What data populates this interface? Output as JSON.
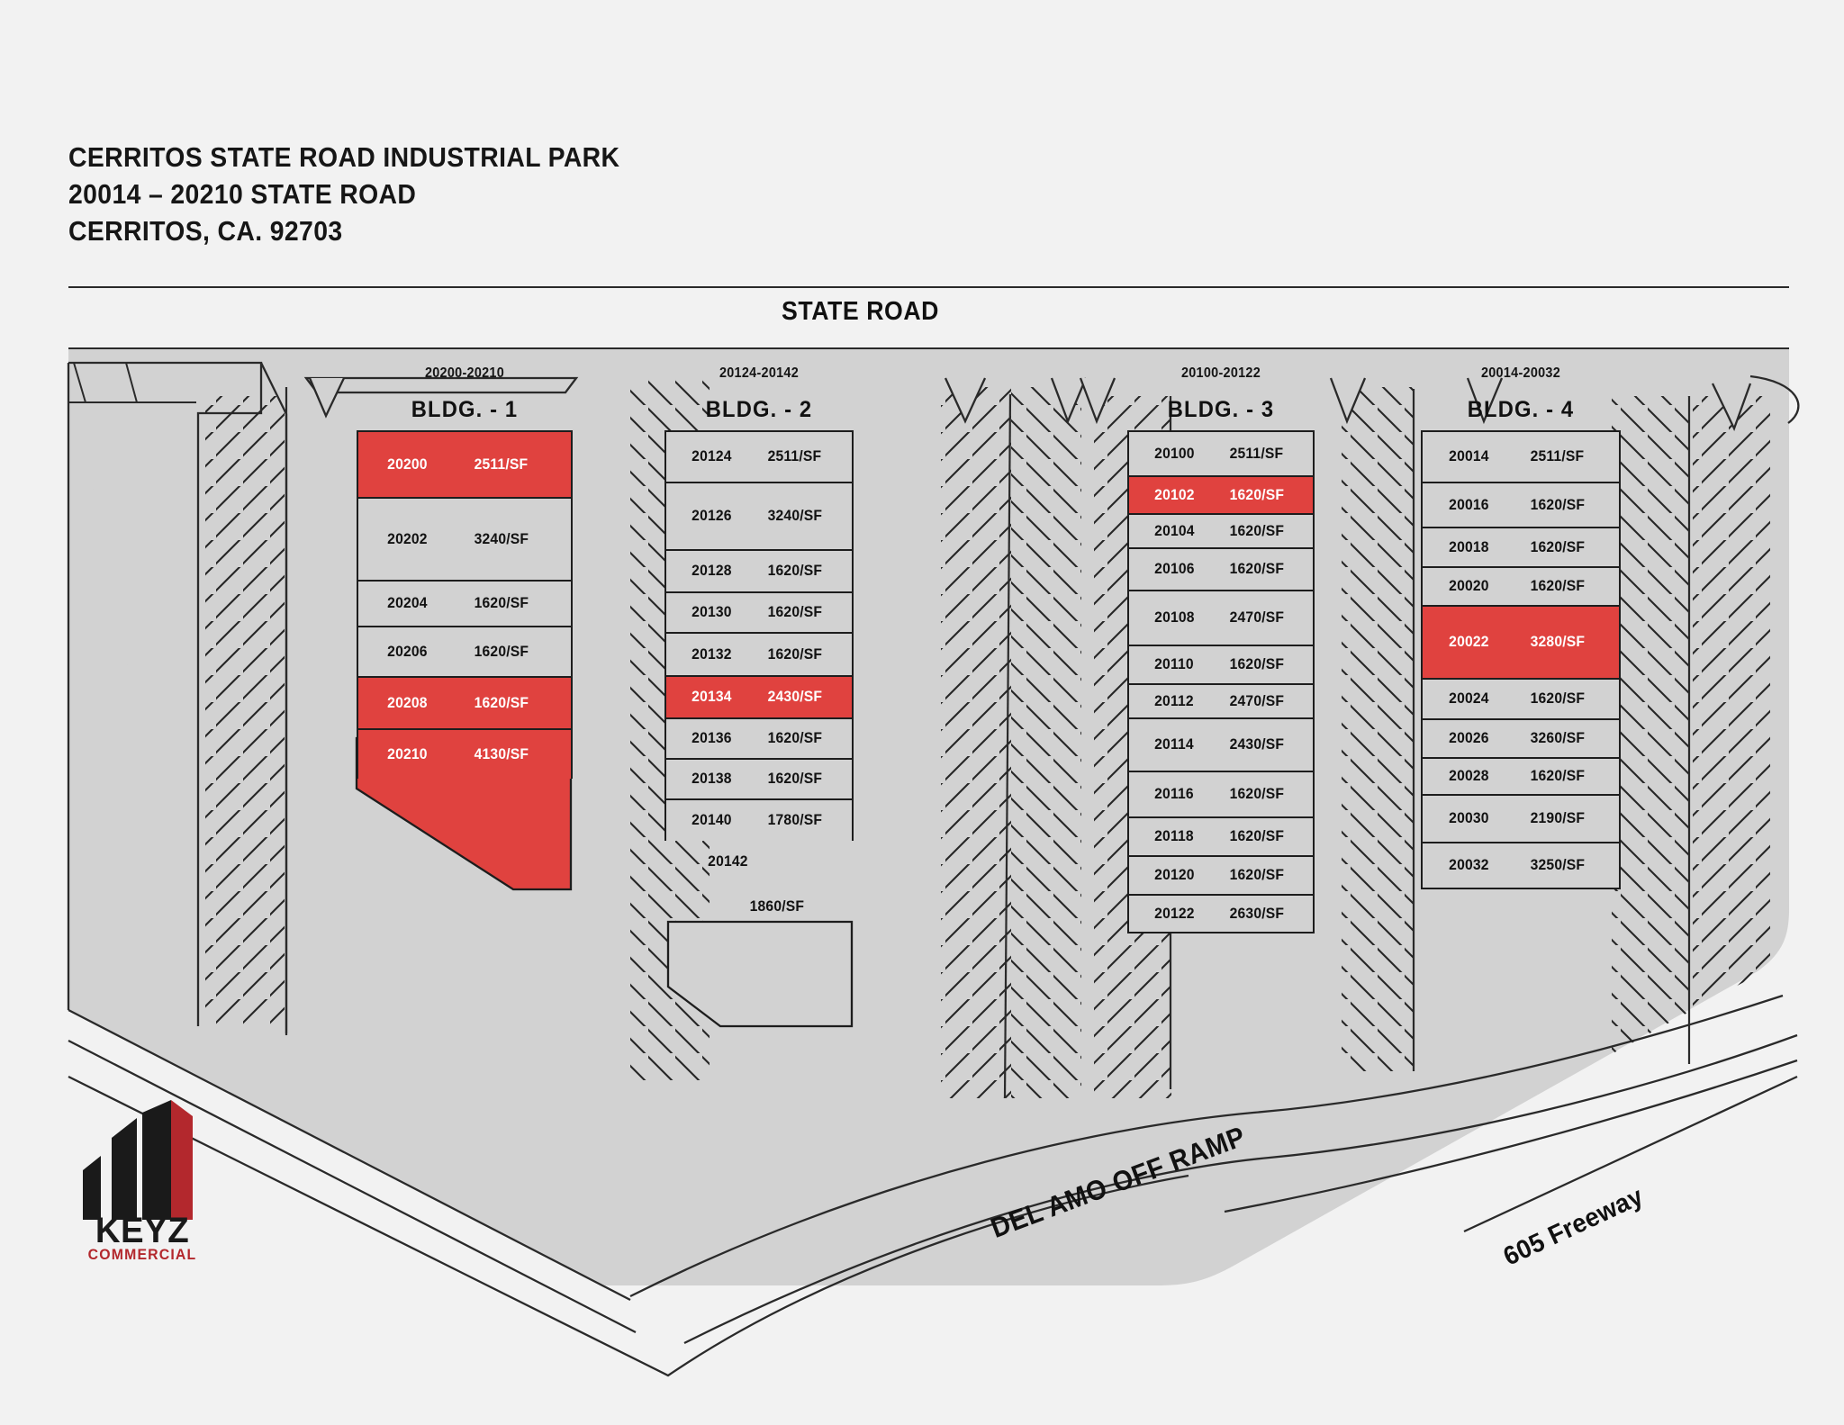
{
  "header": {
    "line1": "CERRITOS STATE ROAD INDUSTRIAL PARK",
    "line2": "20014 – 20210 STATE ROAD",
    "line3": "CERRITOS, CA. 92703"
  },
  "streets": {
    "top": "STATE ROAD",
    "offramp": "DEL AMO OFF RAMP",
    "freeway": "605 Freeway"
  },
  "logo": {
    "word": "KEYZ",
    "sub": "COMMERCIAL",
    "dark_color": "#1a1a1a",
    "red_color": "#b3282d"
  },
  "colors": {
    "page_background": "#f2f2f2",
    "parcel_gray": "#d2d2d2",
    "unit_gray": "#d2d2d2",
    "available_red": "#e0423f",
    "line_black": "#1d1d1d"
  },
  "buildings": [
    {
      "id": "bldg-1",
      "name": "BLDG. - 1",
      "address_range": "20200-20210",
      "units": [
        {
          "number": "20200",
          "sf": "2511/SF",
          "available": true,
          "height": 74
        },
        {
          "number": "20202",
          "sf": "3240/SF",
          "available": false,
          "height": 92
        },
        {
          "number": "20204",
          "sf": "1620/SF",
          "available": false,
          "height": 51
        },
        {
          "number": "20206",
          "sf": "1620/SF",
          "available": false,
          "height": 56
        },
        {
          "number": "20208",
          "sf": "1620/SF",
          "available": true,
          "height": 58
        },
        {
          "number": "20210",
          "sf": "4130/SF",
          "available": true,
          "height": 56
        }
      ]
    },
    {
      "id": "bldg-2",
      "name": "BLDG. - 2",
      "address_range": "20124-20142",
      "units": [
        {
          "number": "20124",
          "sf": "2511/SF",
          "available": false,
          "height": 57
        },
        {
          "number": "20126",
          "sf": "3240/SF",
          "available": false,
          "height": 75
        },
        {
          "number": "20128",
          "sf": "1620/SF",
          "available": false,
          "height": 47
        },
        {
          "number": "20130",
          "sf": "1620/SF",
          "available": false,
          "height": 45
        },
        {
          "number": "20132",
          "sf": "1620/SF",
          "available": false,
          "height": 48
        },
        {
          "number": "20134",
          "sf": "2430/SF",
          "available": true,
          "height": 47
        },
        {
          "number": "20136",
          "sf": "1620/SF",
          "available": false,
          "height": 45
        },
        {
          "number": "20138",
          "sf": "1620/SF",
          "available": false,
          "height": 45
        },
        {
          "number": "20140",
          "sf": "1780/SF",
          "available": false,
          "height": 47
        },
        {
          "number": "20142",
          "sf": "1860/SF",
          "available": false,
          "height": 84,
          "stacked": true
        }
      ]
    },
    {
      "id": "bldg-3",
      "name": "BLDG. - 3",
      "address_range": "20100-20122",
      "units": [
        {
          "number": "20100",
          "sf": "2511/SF",
          "available": false,
          "height": 50
        },
        {
          "number": "20102",
          "sf": "1620/SF",
          "available": true,
          "height": 42
        },
        {
          "number": "20104",
          "sf": "1620/SF",
          "available": false,
          "height": 38
        },
        {
          "number": "20106",
          "sf": "1620/SF",
          "available": false,
          "height": 47
        },
        {
          "number": "20108",
          "sf": "2470/SF",
          "available": false,
          "height": 61
        },
        {
          "number": "20110",
          "sf": "1620/SF",
          "available": false,
          "height": 43
        },
        {
          "number": "20112",
          "sf": "2470/SF",
          "available": false,
          "height": 38
        },
        {
          "number": "20114",
          "sf": "2430/SF",
          "available": false,
          "height": 59
        },
        {
          "number": "20116",
          "sf": "1620/SF",
          "available": false,
          "height": 51
        },
        {
          "number": "20118",
          "sf": "1620/SF",
          "available": false,
          "height": 43
        },
        {
          "number": "20120",
          "sf": "1620/SF",
          "available": false,
          "height": 43
        },
        {
          "number": "20122",
          "sf": "2630/SF",
          "available": false,
          "height": 44
        }
      ]
    },
    {
      "id": "bldg-4",
      "name": "BLDG. - 4",
      "address_range": "20014-20032",
      "units": [
        {
          "number": "20014",
          "sf": "2511/SF",
          "available": false,
          "height": 57
        },
        {
          "number": "20016",
          "sf": "1620/SF",
          "available": false,
          "height": 50
        },
        {
          "number": "20018",
          "sf": "1620/SF",
          "available": false,
          "height": 44
        },
        {
          "number": "20020",
          "sf": "1620/SF",
          "available": false,
          "height": 43
        },
        {
          "number": "20022",
          "sf": "3280/SF",
          "available": true,
          "height": 81
        },
        {
          "number": "20024",
          "sf": "1620/SF",
          "available": false,
          "height": 45
        },
        {
          "number": "20026",
          "sf": "3260/SF",
          "available": false,
          "height": 43
        },
        {
          "number": "20028",
          "sf": "1620/SF",
          "available": false,
          "height": 41
        },
        {
          "number": "20030",
          "sf": "2190/SF",
          "available": false,
          "height": 53
        },
        {
          "number": "20032",
          "sf": "3250/SF",
          "available": false,
          "height": 53
        }
      ]
    }
  ]
}
